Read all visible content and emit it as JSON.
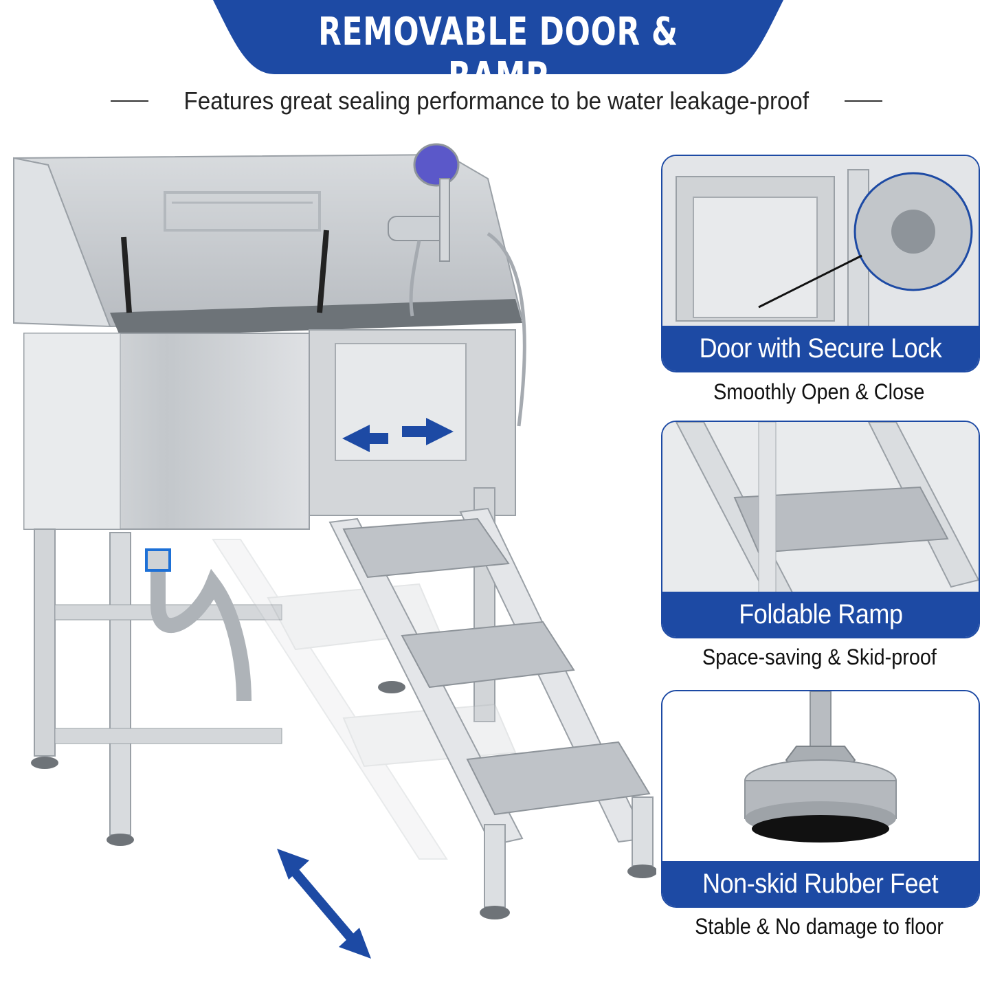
{
  "header": {
    "title": "REMOVABLE DOOR & RAMP",
    "subtitle": "Features great sealing performance to be water leakage-proof"
  },
  "features": [
    {
      "title": "Door with Secure Lock",
      "subtitle": "Smoothly Open & Close"
    },
    {
      "title": "Foldable Ramp",
      "subtitle": "Space-saving & Skid-proof"
    },
    {
      "title": "Non-skid Rubber Feet",
      "subtitle": "Stable & No damage to floor"
    }
  ],
  "colors": {
    "brand_blue": "#1d4aa4",
    "steel": "#c9ccd0",
    "white": "#ffffff"
  },
  "icons": [
    "double-arrow-icon",
    "diagonal-double-arrow-icon"
  ]
}
